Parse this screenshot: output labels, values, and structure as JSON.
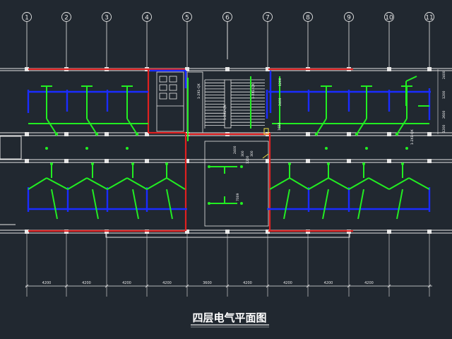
{
  "drawing": {
    "title": "四层电气平面图",
    "axis_labels": [
      "1",
      "2",
      "3",
      "4",
      "5",
      "6",
      "7",
      "8",
      "9",
      "10",
      "11"
    ],
    "bottom_dimensions": [
      "4200",
      "4200",
      "4200",
      "4200",
      "3600",
      "4200",
      "4200",
      "4200",
      "4200"
    ],
    "right_dimensions": [
      "2400",
      "1200",
      "2600",
      "1200"
    ],
    "panel_tags": [
      "1-2X1-QX",
      "1-2X1-QX",
      "1-2X1-QX",
      "1-2X1-QX"
    ],
    "riser_tags": [
      "2400",
      "1200",
      "1650"
    ],
    "core_tags": [
      "2400",
      "300",
      "1200",
      "7009",
      "300"
    ],
    "colors": {
      "background": "#212830",
      "wall_red": "#e02020",
      "wire_blue": "#1a2cff",
      "fixture_green": "#22ee22",
      "axis_white": "#e6e6e6",
      "annotation_yellow": "#f0e040"
    }
  }
}
